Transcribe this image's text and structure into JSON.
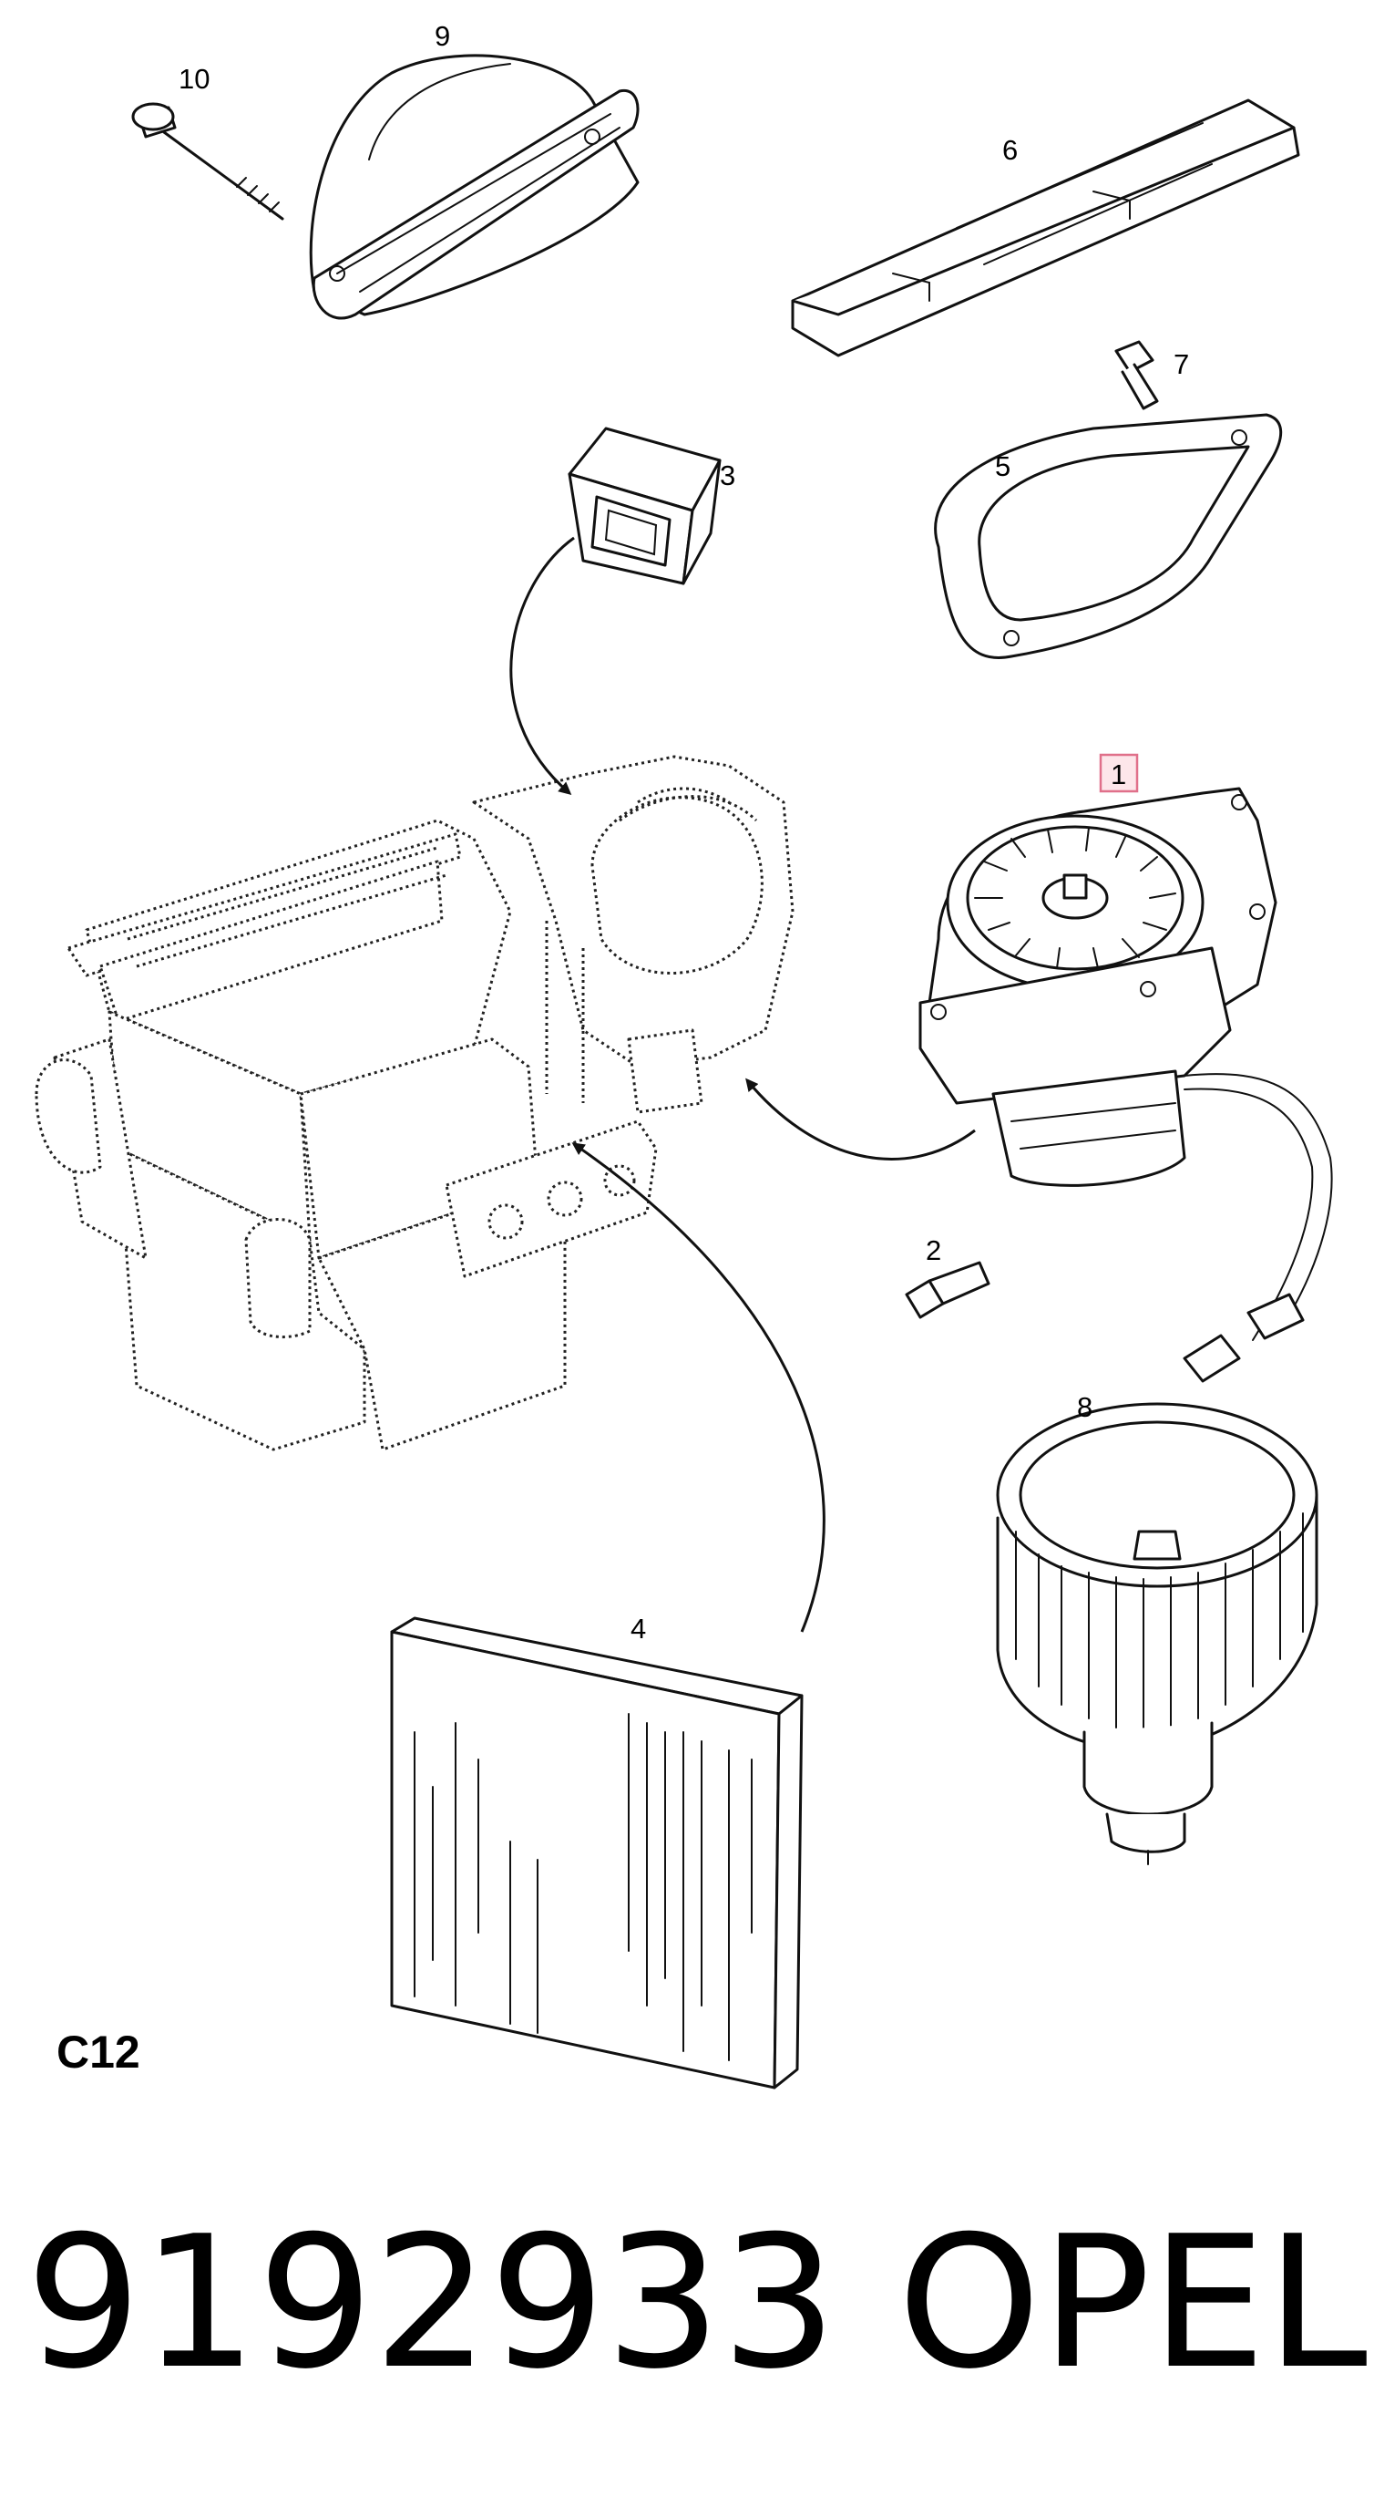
{
  "callouts": {
    "c1": "1",
    "c2": "2",
    "c3": "3",
    "c4": "4",
    "c5": "5",
    "c6": "6",
    "c7": "7",
    "c8": "8",
    "c9": "9",
    "c10": "10"
  },
  "highlighted_callout": "1",
  "section_code": "C12",
  "part_number": "9192933",
  "brand": "OPEL",
  "colors": {
    "highlight_fill": "#fde6ea",
    "highlight_stroke": "#e0708a"
  }
}
